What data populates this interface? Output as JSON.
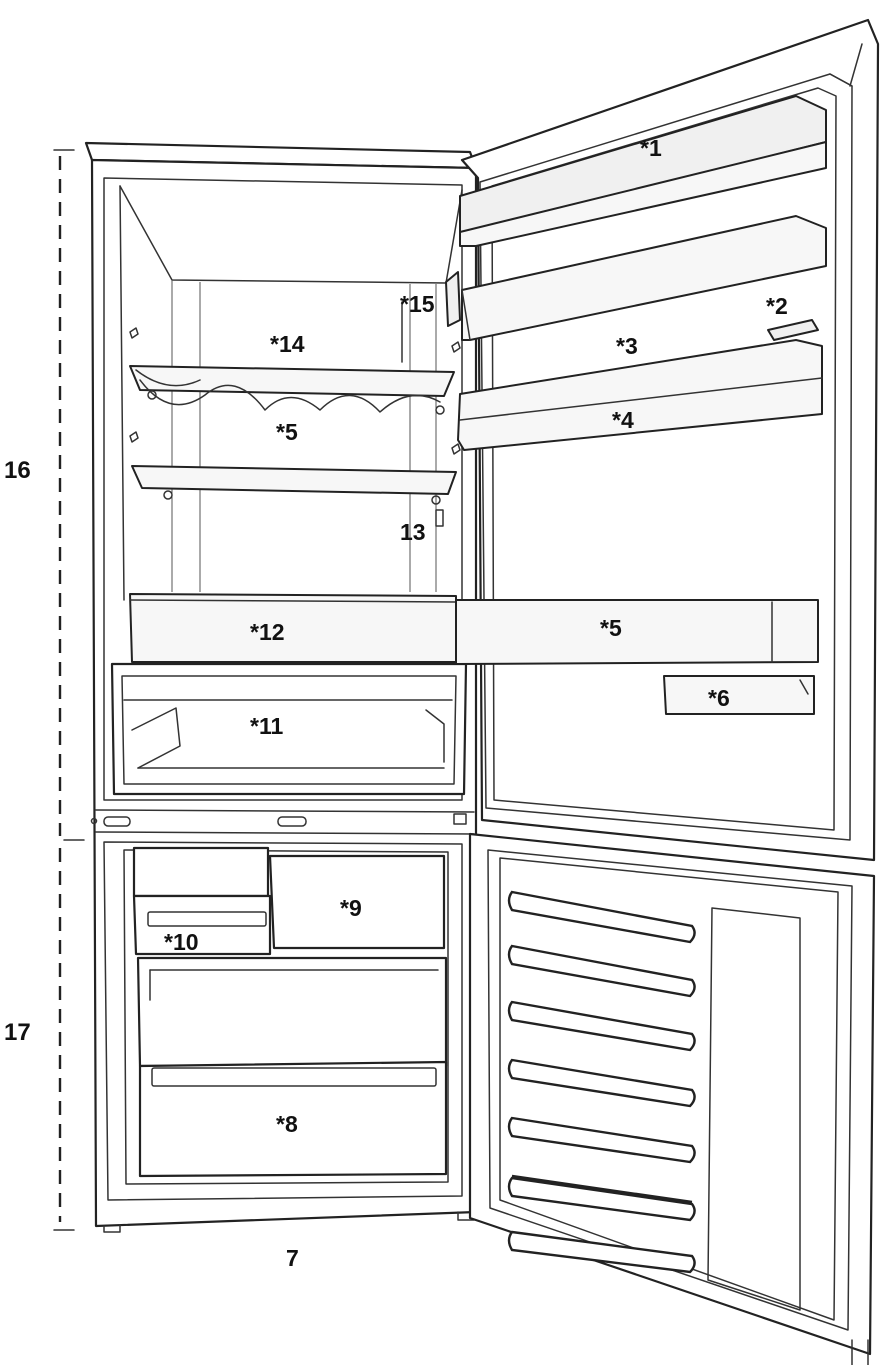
{
  "labels": {
    "l1": "*1",
    "l2": "*2",
    "l3": "*3",
    "l4": "*4",
    "l5a": "*5",
    "l5b": "*5",
    "l6": "*6",
    "l7": "7",
    "l8": "*8",
    "l9": "*9",
    "l10": "*10",
    "l11": "*11",
    "l12": "*12",
    "l13": "13",
    "l14": "*14",
    "l15": "*15",
    "l16": "16",
    "l17": "17"
  }
}
